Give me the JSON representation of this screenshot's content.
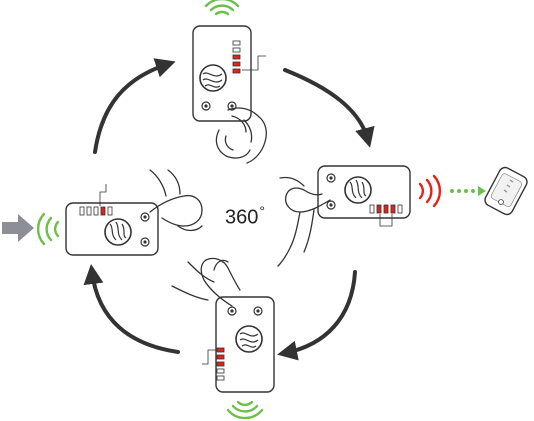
{
  "diagram": {
    "center_label": "360",
    "degree_symbol": "°",
    "colors": {
      "line": "#333333",
      "led_off": "#ffffff",
      "led_on": "#e2231a",
      "signal_green": "#6cc04a",
      "signal_red": "#e2231a",
      "dots_green": "#6cc04a",
      "input_arrow": "#8c8f97"
    },
    "devices": [
      {
        "id": "top",
        "leds_on": 3,
        "signal": "green"
      },
      {
        "id": "right",
        "leds_on": 3,
        "signal": "red"
      },
      {
        "id": "bottom",
        "leds_on": 3,
        "signal": "green"
      },
      {
        "id": "left",
        "leds_on": 1,
        "signal": "green"
      }
    ],
    "icons": [
      "input-arrow-icon",
      "cycle-arrow-icon",
      "hand-icon",
      "phone-icon",
      "wireless-signal-icon"
    ]
  }
}
